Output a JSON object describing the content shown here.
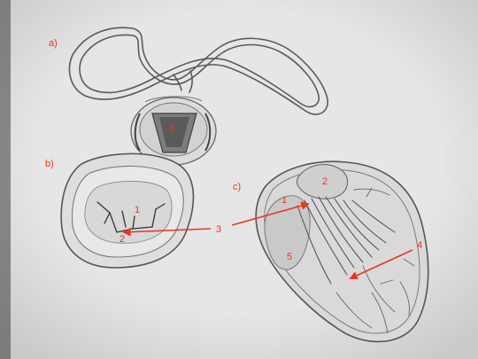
{
  "colors": {
    "paper": "#e2e2e2",
    "paper_edge": "#cfcfcf",
    "pencil": "#5a5a5a",
    "shade": "#9a9a9a",
    "annotation": "#e8351f"
  },
  "panel_labels": {
    "a": "a)",
    "b": "b)",
    "c": "c)"
  },
  "number_labels": {
    "one_b": "1",
    "two_b": "2",
    "three": "3",
    "one_c": "1",
    "two_c": "2",
    "four": "4",
    "five": "5",
    "six": "6"
  }
}
